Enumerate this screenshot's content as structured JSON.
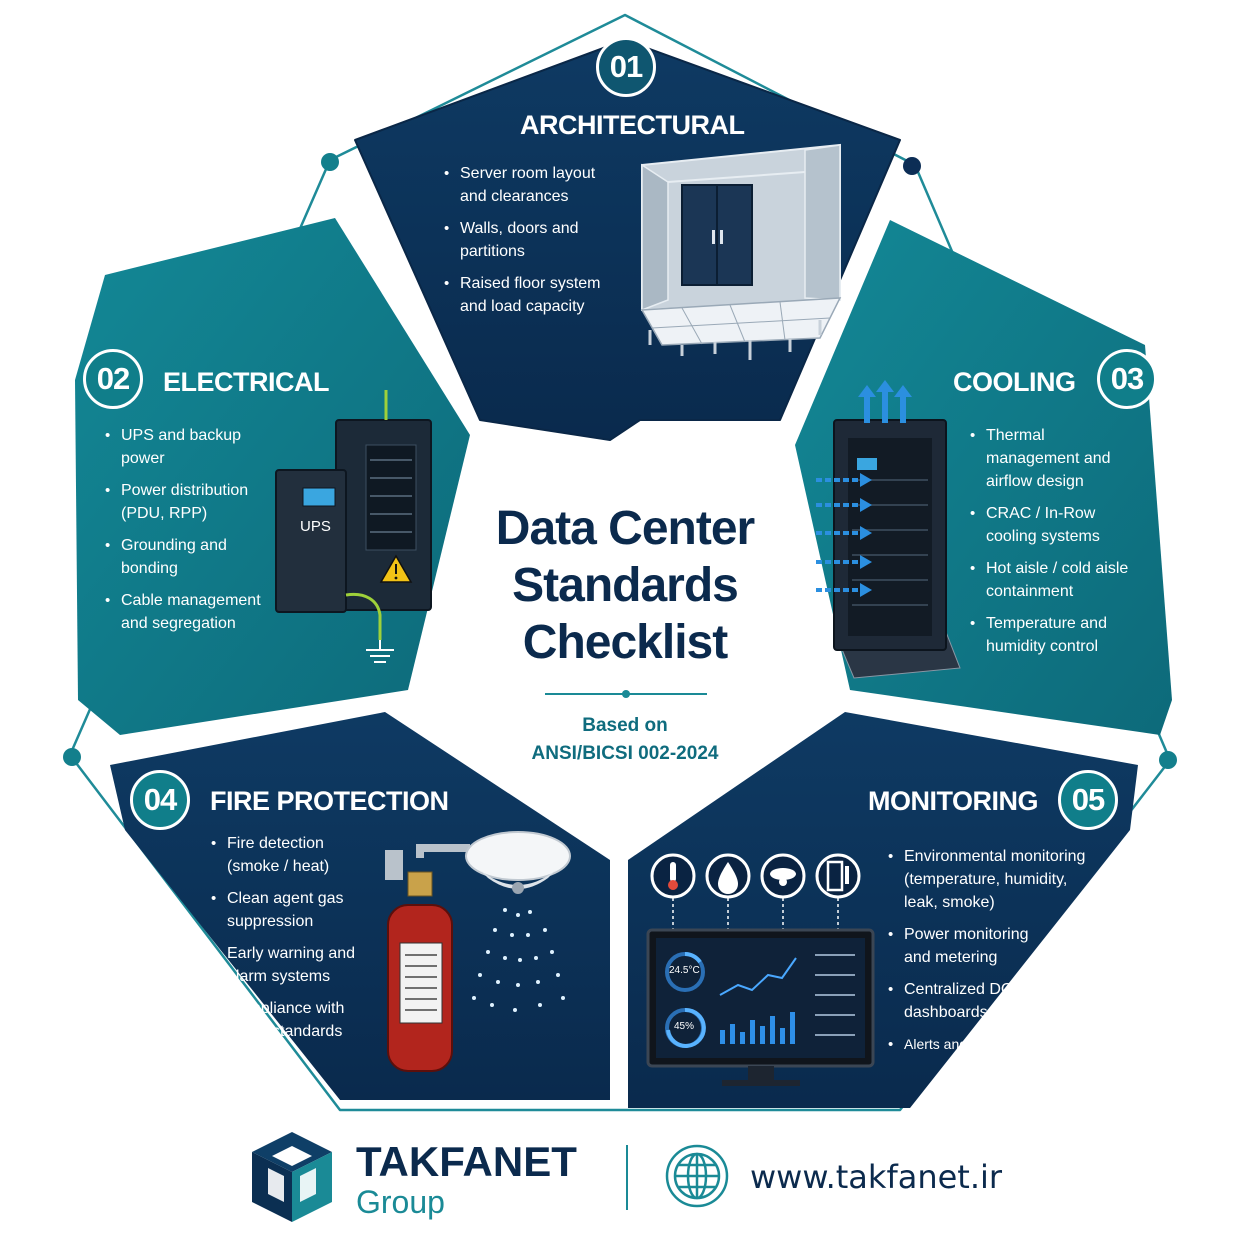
{
  "title_lines": [
    "Data Center",
    "Standards",
    "Checklist"
  ],
  "subtitle_lines": [
    "Based on",
    "ANSI/BICSI 002-2024"
  ],
  "colors": {
    "navy": "#0c2d55",
    "teal": "#117a85",
    "title": "#0b2a4d",
    "accent": "#1a8a96"
  },
  "sections": [
    {
      "number": "01",
      "title": "ARCHITECTURAL",
      "items": [
        "Server room layout and clearances",
        "Walls, doors and partitions",
        "Raised floor system and load capacity"
      ]
    },
    {
      "number": "02",
      "title": "ELECTRICAL",
      "items": [
        "UPS and backup power",
        "Power distribution (PDU, RPP)",
        "Grounding and bonding",
        "Cable management and segregation"
      ],
      "illustration_label": "UPS"
    },
    {
      "number": "03",
      "title": "COOLING",
      "items": [
        "Thermal management and airflow design",
        "CRAC / In-Row cooling systems",
        "Hot aisle / cold aisle containment",
        "Temperature and humidity control"
      ]
    },
    {
      "number": "04",
      "title": "FIRE PROTECTION",
      "items": [
        "Fire detection (smoke / heat)",
        "Clean agent gas suppression",
        "Early warning and alarm systems",
        "Compliance with NFPA standards"
      ]
    },
    {
      "number": "05",
      "title": "MONITORING",
      "items": [
        "Environmental monitoring (temperature, humidity, leak, smoke)",
        "Power monitoring and metering",
        "Centralized DCIM and dashboards",
        "Alerts and reporting"
      ],
      "dashboard_readouts": [
        "24.5°C",
        "45%"
      ]
    }
  ],
  "icons": [
    "thermometer-icon",
    "water-drop-icon",
    "smoke-detector-icon",
    "door-sensor-icon",
    "globe-icon",
    "cube-logo-icon",
    "ground-symbol-icon",
    "warning-icon"
  ],
  "brand": {
    "name": "TAKFANET",
    "group": "Group"
  },
  "website": "www.takfanet.ir"
}
